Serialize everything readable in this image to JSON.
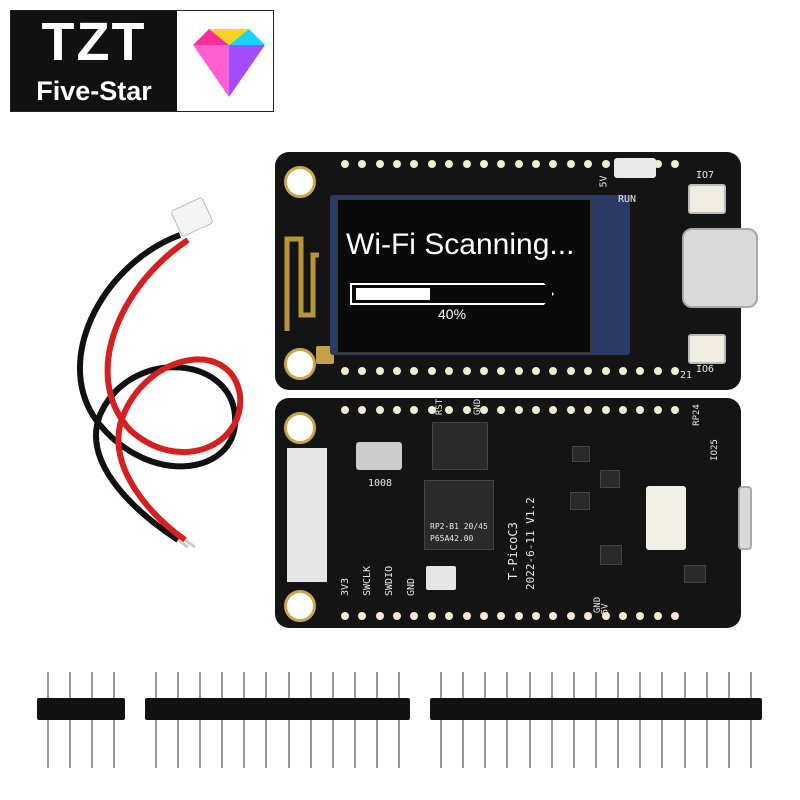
{
  "brand": {
    "top": "TZT",
    "bottom": "Five-Star",
    "gem_colors": [
      "#ff2d9a",
      "#ffd21f",
      "#19d3f0",
      "#a44cff"
    ]
  },
  "screen": {
    "title": "Wi-Fi Scanning...",
    "progress_fraction": 0.4,
    "progress_text": "40%"
  },
  "front_board": {
    "labels": [
      "IO7",
      "RUN",
      "5V",
      "IO6",
      "21"
    ]
  },
  "back_board": {
    "labels": [
      "1008",
      "3V3",
      "SWCLK",
      "SWDIO",
      "GND",
      "T-PicoC3",
      "2022-6-11 V1.2",
      "RP2-B1 20/45",
      "P65A42.00",
      "IO25",
      "GND",
      "5V",
      "RST",
      "GND",
      "RP24"
    ]
  },
  "headers": [
    {
      "pins": 4
    },
    {
      "pins": 12
    },
    {
      "pins": 15
    }
  ]
}
